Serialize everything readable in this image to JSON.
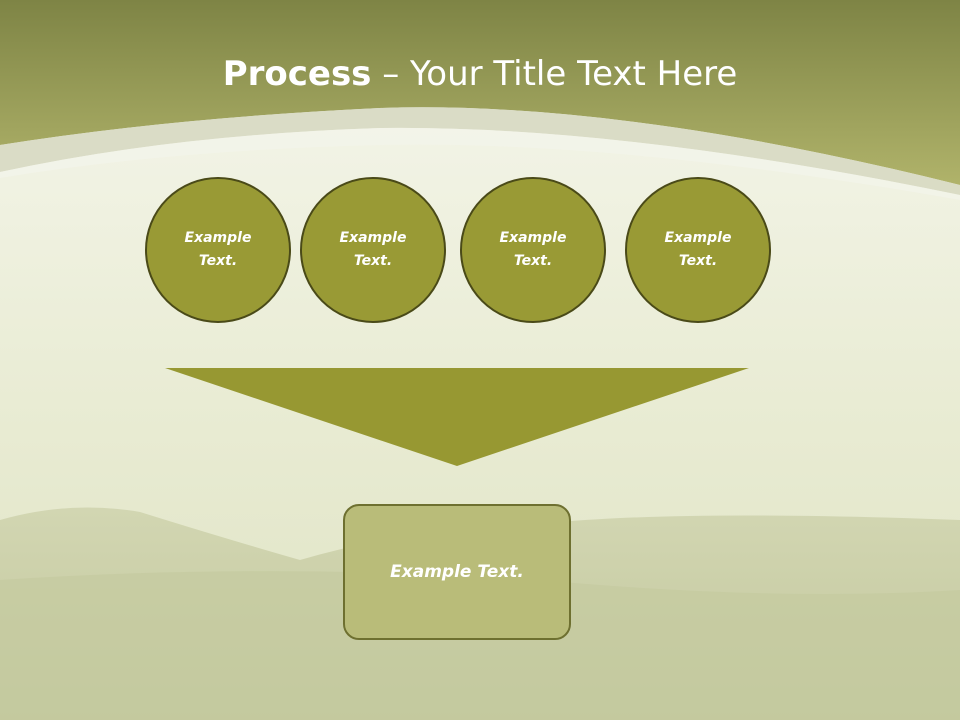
{
  "title": {
    "bold": "Process",
    "rest": " – Your Title Text Here"
  },
  "steps": [
    {
      "label": "Example Text."
    },
    {
      "label": "Example Text."
    },
    {
      "label": "Example Text."
    },
    {
      "label": "Example Text."
    }
  ],
  "result": {
    "label": "Example Text."
  },
  "colors": {
    "header": "#a5a85a",
    "circle_fill": "#999a35",
    "circle_border": "#4a4a18",
    "funnel": "#979832",
    "result_fill": "#b9bc79",
    "result_border": "#6e7030"
  }
}
